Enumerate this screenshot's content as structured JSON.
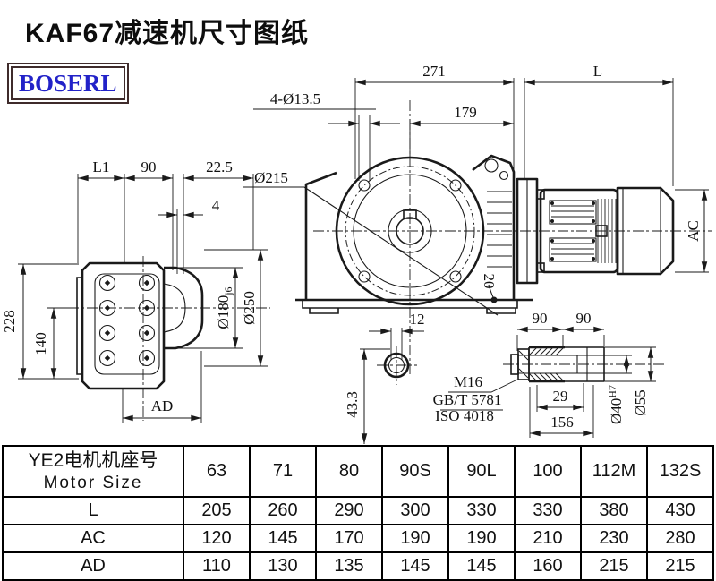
{
  "title": "KAF67减速机尺寸图纸",
  "logo_text": "BOSERL",
  "dims": {
    "overall_271": "271",
    "motor_l": "L",
    "flange_179": "179",
    "holes": "4-Ø13.5",
    "pilot_215": "Ø215",
    "l1": "L1",
    "top_90": "90",
    "top_22_5": "22.5",
    "gap_4": "4",
    "h_228": "228",
    "h_140": "140",
    "ad": "AD",
    "hub_main": "Ø180",
    "hub_fit": "j6",
    "flange_od": "Ø250",
    "ac": "AC",
    "depth_20": "20",
    "w_12": "12",
    "h_43_3": "43.3",
    "thread": "M16",
    "std1": "GB/T 5781",
    "std2": "ISO 4018",
    "shaft_90a": "90",
    "shaft_90b": "90",
    "key_29": "29",
    "hub_156": "156",
    "bore_main": "Ø40",
    "bore_fit": "H7",
    "od_55": "Ø55"
  },
  "table": {
    "header_cn": "YE2电机机座号",
    "header_en": "Motor Size",
    "columns": [
      "63",
      "71",
      "80",
      "90S",
      "90L",
      "100",
      "112M",
      "132S"
    ],
    "rows": [
      {
        "label": "L",
        "values": [
          "205",
          "260",
          "290",
          "300",
          "330",
          "330",
          "380",
          "430"
        ]
      },
      {
        "label": "AC",
        "values": [
          "120",
          "145",
          "170",
          "190",
          "190",
          "210",
          "230",
          "280"
        ]
      },
      {
        "label": "AD",
        "values": [
          "110",
          "130",
          "135",
          "145",
          "145",
          "160",
          "215",
          "215"
        ]
      }
    ]
  }
}
